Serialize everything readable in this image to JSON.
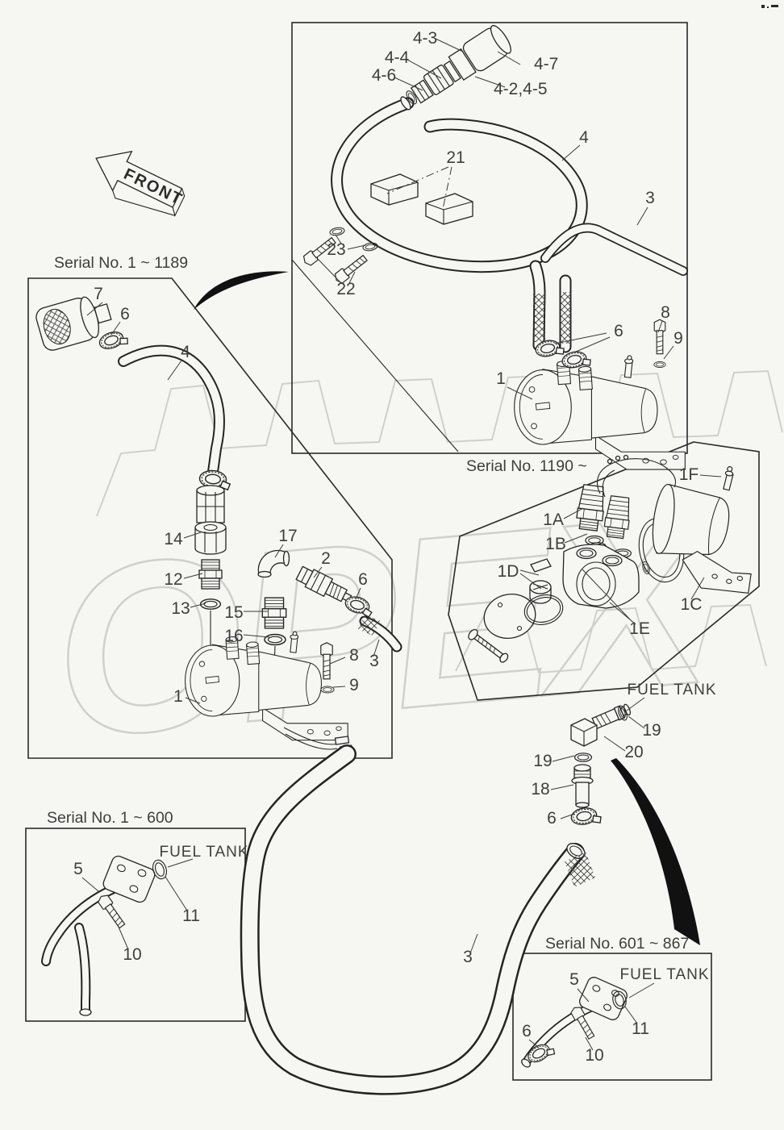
{
  "meta": {
    "watermark": "OPEX",
    "front_label": "FRONT"
  },
  "titles": {
    "serial_1_1189": "Serial No. 1 ~  1189",
    "serial_1190": "Serial No. 1190 ~",
    "serial_1_600": "Serial No. 1 ~ 600",
    "serial_601_867": "Serial No. 601 ~  867"
  },
  "fuel_tank_labels": {
    "mid": "FUEL TANK",
    "box600": "FUEL TANK",
    "box867": "FUEL TANK"
  },
  "callouts": {
    "top": {
      "c4_3": "4-3",
      "c4_4": "4-4",
      "c4_6": "4-6",
      "c4_7": "4-7",
      "c4_24_5": "4-2,4-5",
      "c21": "21",
      "c23": "23",
      "c22": "22",
      "c4": "4",
      "c3": "3",
      "c6": "6",
      "c8": "8",
      "c9": "9",
      "c1": "1"
    },
    "left": {
      "c7": "7",
      "c6a": "6",
      "c4": "4",
      "c14": "14",
      "c12": "12",
      "c13": "13",
      "c15": "15",
      "c16": "16",
      "c17": "17",
      "c2": "2",
      "c6b": "6",
      "c3": "3",
      "c8": "8",
      "c9": "9",
      "c1": "1"
    },
    "s1190": {
      "c1a": "1A",
      "c1b": "1B",
      "c1c": "1C",
      "c1d": "1D",
      "c1e": "1E",
      "c1f": "1F"
    },
    "mid": {
      "c19r": "19",
      "c20": "20",
      "c19l": "19",
      "c18": "18",
      "c6": "6",
      "c3": "3"
    },
    "box600": {
      "c5": "5",
      "c10": "10",
      "c11": "11"
    },
    "box867": {
      "c5": "5",
      "c6": "6",
      "c10": "10",
      "c11": "11"
    }
  }
}
